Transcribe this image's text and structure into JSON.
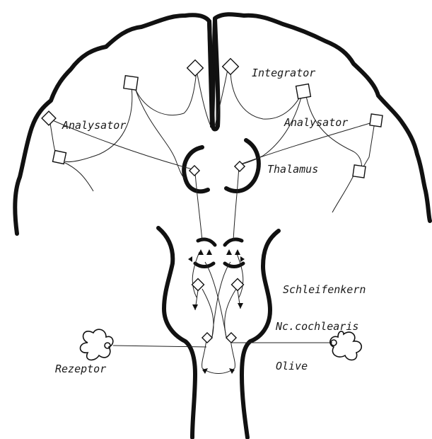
{
  "labels": {
    "integrator": "Integrator",
    "analysator_left": "Analysator",
    "analysator_right": "Analysator",
    "thalamus": "Thalamus",
    "schleifenkern": "Schleifenkern",
    "nc_cochlearis": "Nc.cochlearis",
    "rezeptor": "Rezeptor",
    "olive": "Olive"
  },
  "colors": {
    "ink": "#111111",
    "paper": "#ffffff"
  }
}
